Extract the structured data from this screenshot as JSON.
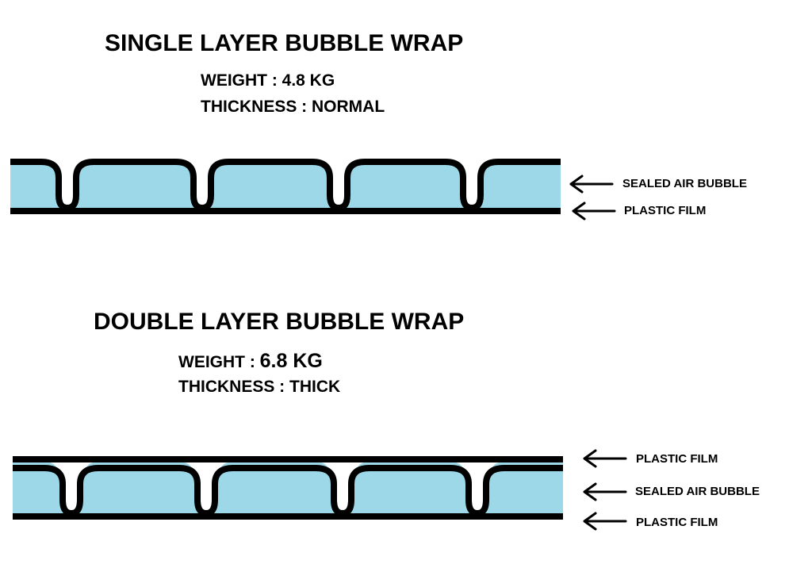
{
  "single": {
    "title": "SINGLE LAYER BUBBLE WRAP",
    "weight_label": "WEIGHT : ",
    "weight_value": "4.8 KG",
    "thickness_label": "THICKNESS : ",
    "thickness_value": "NORMAL",
    "labels": [
      "SEALED AIR BUBBLE",
      "PLASTIC FILM"
    ]
  },
  "double": {
    "title": "DOUBLE LAYER BUBBLE WRAP",
    "weight_label": "WEIGHT : ",
    "weight_value": "6.8 KG",
    "thickness_label": "THICKNESS : ",
    "thickness_value": "THICK",
    "labels": [
      "PLASTIC FILM",
      "SEALED AIR BUBBLE",
      "PLASTIC FILM"
    ]
  },
  "colors": {
    "bubble_fill": "#9dd8e8",
    "film": "#000000",
    "background": "#ffffff"
  },
  "icons": {
    "arrow": "left-arrow-icon"
  }
}
